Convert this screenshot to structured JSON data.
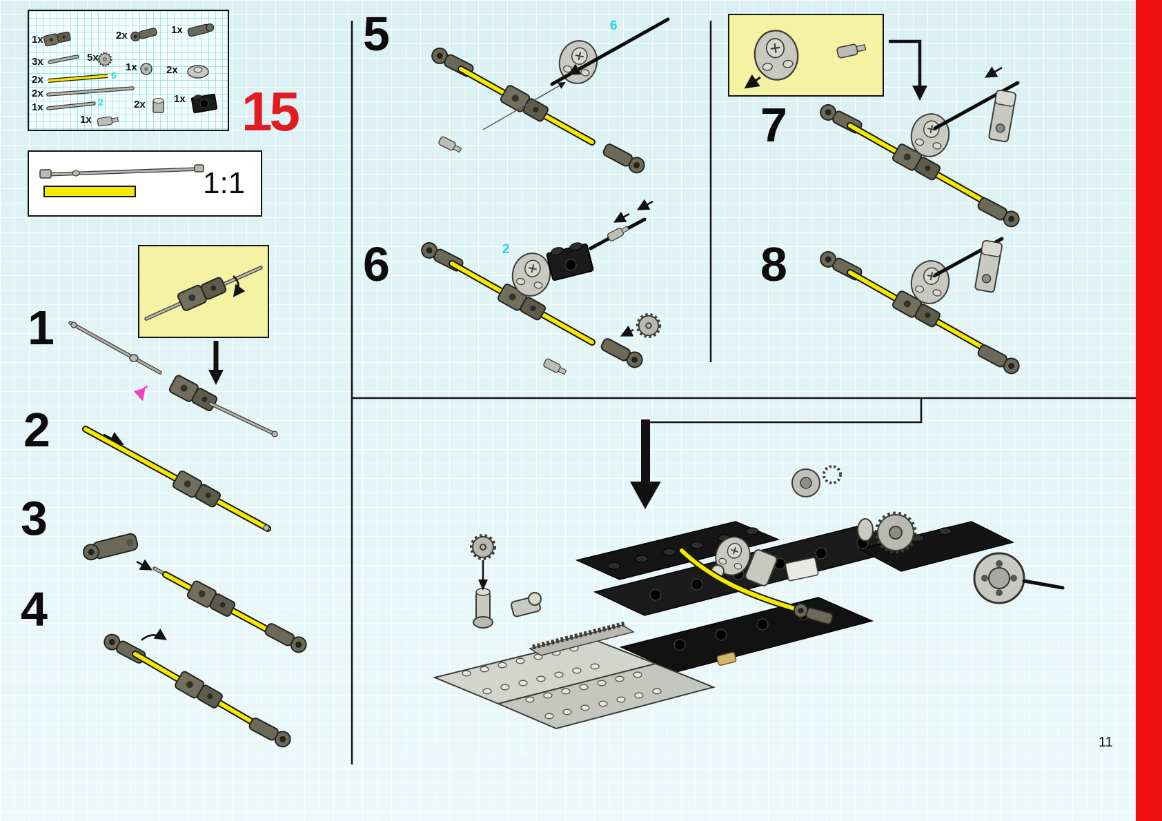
{
  "page": {
    "number": "11",
    "inventory_step_number": "15",
    "scale_label": "1:1"
  },
  "colors": {
    "page_background": "#e2f3f5",
    "grid_line": "#ffffff",
    "edge_stripe_red": "#ee1010",
    "step_number_red": "#e01b22",
    "callout_background": "#f6f2a3",
    "axle_yellow": "#f6e900",
    "cyan_label": "#25d7e0",
    "dark_part_gray": "#6a695c",
    "light_part_gray": "#c9c9c3",
    "black_part": "#161616"
  },
  "parts_box": {
    "counts": [
      "1x",
      "2x",
      "1x",
      "3x",
      "5x",
      "1x",
      "2x",
      "2x",
      "2x",
      "1x",
      "2x",
      "1x",
      "1x"
    ],
    "yellow_axle_length": "6",
    "short_axle_length": "2"
  },
  "steps": [
    "1",
    "2",
    "3",
    "4",
    "5",
    "6",
    "7",
    "8"
  ],
  "labels": {
    "step5_axle_length": "6",
    "step6_axle_length": "2"
  }
}
